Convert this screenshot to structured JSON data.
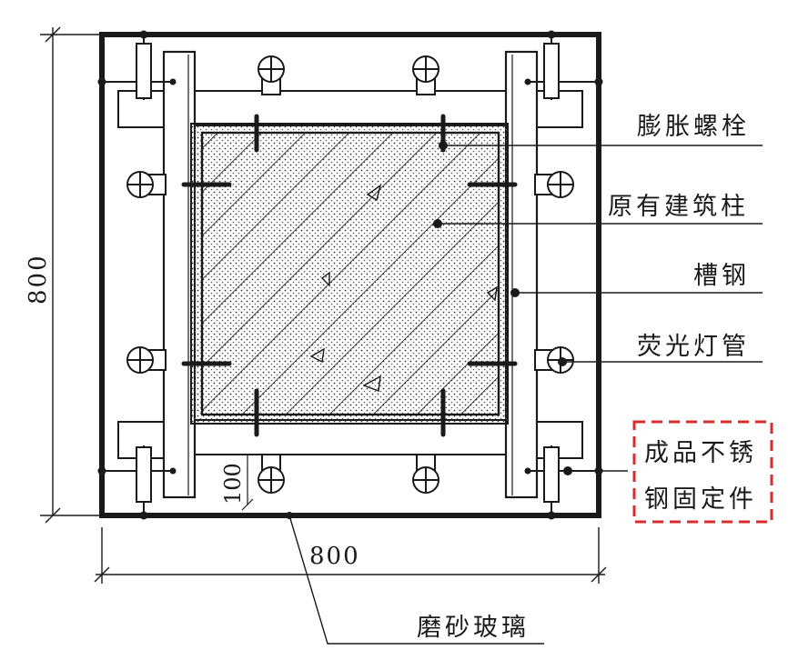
{
  "labels": {
    "expansion_bolt": "膨胀螺栓",
    "existing_column": "原有建筑柱",
    "channel_steel": "槽钢",
    "fluorescent_tube": "荧光灯管",
    "fixing_line1": "成品不锈",
    "fixing_line2": "钢固定件",
    "frosted_glass": "磨砂玻璃"
  },
  "dimensions": {
    "width": "800",
    "height": "800",
    "offset": "100"
  },
  "colors": {
    "ink": "#1a1a1a",
    "highlight": "#d62c2c"
  }
}
